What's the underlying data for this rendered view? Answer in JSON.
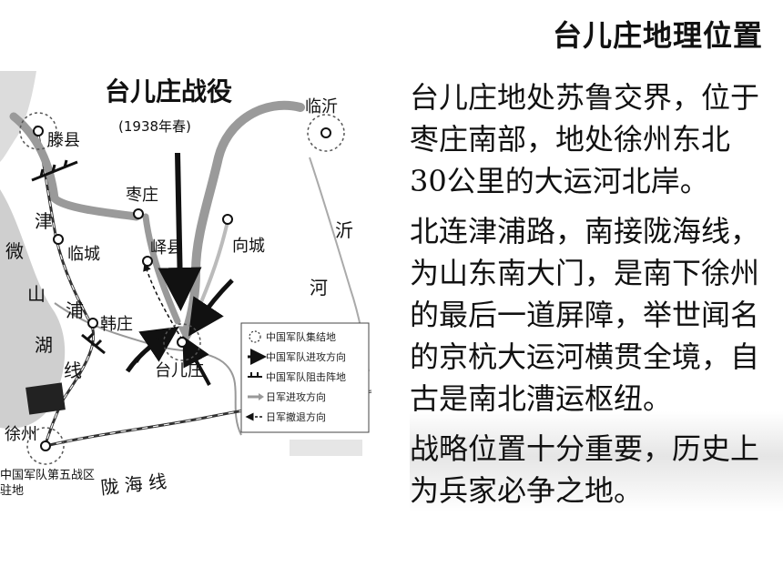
{
  "slide": {
    "title": "台儿庄地理位置",
    "paragraphs": [
      "台儿庄地处苏鲁交界，位于枣庄南部，地处徐州东北30公里的大运河北岸。",
      "北连津浦路，南接陇海线，为山东南大门，是南下徐州的最后一道屏障，举世闻名的京杭大运河横贯全境，自古是南北漕运枢纽。",
      "战略位置十分重要，历史上为兵家必争之地。"
    ]
  },
  "map": {
    "title": "台儿庄战役",
    "subtitle": "(1938年春)",
    "places": {
      "linyi": "临沂",
      "tengxian": "滕县",
      "zaozhuang": "枣庄",
      "yixian": "峄县",
      "xiangcheng": "向城",
      "lincheng": "临城",
      "hanzhuang": "韩庄",
      "taierzhuang": "台儿庄",
      "xuzhou": "徐州",
      "hq": "中国军队第五战区驻地"
    },
    "labels": {
      "jin": "津",
      "pu": "浦",
      "xian": "线",
      "wei": "微",
      "shan": "山",
      "hu": "湖",
      "yi": "沂",
      "he": "河",
      "longhai": "陇 海 线"
    },
    "legend": [
      {
        "icon": "dashed-circle-icon",
        "label": "中国军队集结地"
      },
      {
        "icon": "black-arrow-icon",
        "label": "中国军队进攻方向"
      },
      {
        "icon": "barrier-line-icon",
        "label": "中国军队阻击阵地"
      },
      {
        "icon": "gray-arrow-icon",
        "label": "日军进攻方向"
      },
      {
        "icon": "dashed-arrow-icon",
        "label": "日军撤退方向"
      }
    ]
  }
}
